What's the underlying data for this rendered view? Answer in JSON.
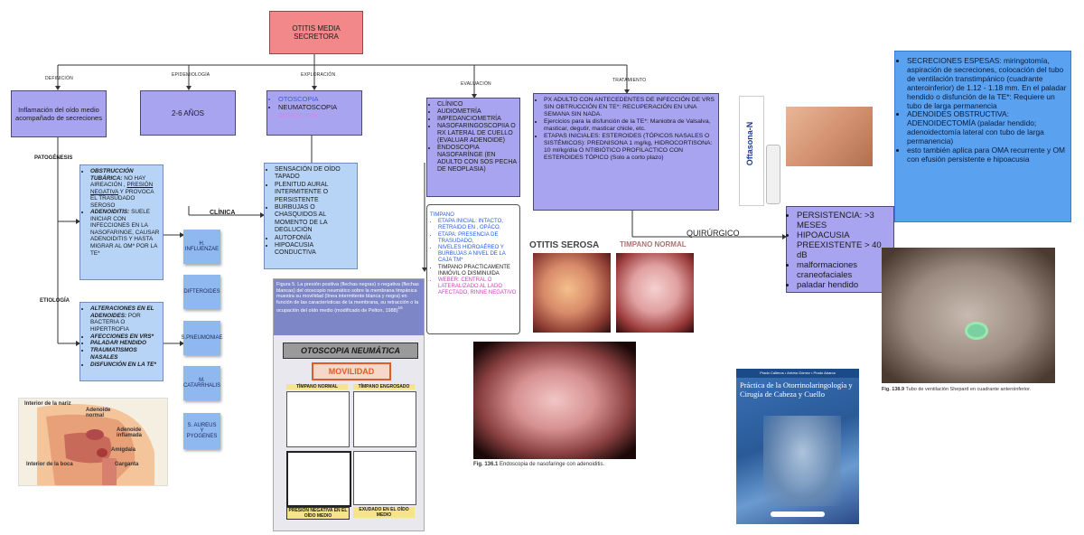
{
  "title": "OTITIS MEDIA SECRETORA",
  "branches": {
    "definicion": "DEFINICIÓN",
    "epidemiologia": "EPIDEMIOLOGÍA",
    "exploracion": "EXPLORACIÓN",
    "evaluacion": "EVALUACIÓN",
    "tratamiento": "TRATAMIENTO"
  },
  "definicion_text": "Inflamación del oído medio acompañado de secreciones",
  "epidemiologia_text": "2-6 AÑOS",
  "exploracion_items": [
    {
      "text": "OTOSCOPIA",
      "color": "#3b5bd8"
    },
    {
      "text": "NEUMATOSCOPIA",
      "color": "#222222"
    },
    {
      "text": "ACUMETRÍA",
      "color": "#e080e0"
    }
  ],
  "patogenesis_label": "PATOGÉNESIS",
  "patogenesis": [
    {
      "bold": "OBSTRUCCIÓN TUBÁRICA:",
      "rest": " NO HAY AIREACIÓN , ",
      "u": "PRESIÓN NEGATIVA",
      "rest2": " Y PROVOCA EL TRASUDADO SEROSO"
    },
    {
      "bold": "ADENOIDITIS:",
      "rest": " SUELE INICIAR CON INFECCIONES EN LA NASOFARINGE, CAUSAR ADENOIDITIS Y HASTA MIGRAR AL OM* POR LA TE*",
      "u": "",
      "rest2": ""
    }
  ],
  "etiologia_label": "ETIOLOGÍA",
  "etiologia": [
    {
      "bold": "ALTERACIONES EN EL ADENOIDES:",
      "rest": " POR BACTERIA O HIPERTROFIA"
    },
    {
      "bold": "AFECCIONES EN  VRS*",
      "rest": ""
    },
    {
      "bold": "PALADAR HENDIDO",
      "rest": ""
    },
    {
      "bold": "TRAUMATISMOS NASALES",
      "rest": ""
    },
    {
      "bold": "DISFUNCIÓN EN LA TE*",
      "rest": ""
    }
  ],
  "stickies": [
    "H. INFLUENZAE",
    "DIFTEROIDES",
    "S.PNEUMONIAE",
    "M. CATARRHALIS",
    "S. AUREUS Y PYOGENES"
  ],
  "clinica_label": "CLÍNICA",
  "clinica": [
    "SENSACIÓN DE OÍDO TAPADO",
    "PLENITUD AURAL INTERMITENTE O PERSISTENTE",
    "BURBUJAS O CHASQUIDOS AL MOMENTO DE LA DEGLUCIÓN",
    "AUTOFONÍA",
    "HIPOACUSIA CONDUCTIVA"
  ],
  "evaluacion": [
    "CLÍNICO",
    "AUDIOMETRÍA",
    "IMPEDANCIOMETRÍA",
    "NASOFARINGOSCOPIIA O RX LATERAL DE CUELLO (EVALUAR ADENOIDE)",
    "ENDOSCOPIA NASOFARÍNGE (EN ADULTO CON SOS PECHA DE NEOPLASIA)"
  ],
  "timpano": {
    "title": "TIMPANO",
    "items": [
      {
        "text": "ETAPA INICIAL: INTACTO, RETRAIDO EN , OPÁCO.",
        "color": "#2a5ad8"
      },
      {
        "text": "ETAPA: PRESENCIA DE TRASUDADO,",
        "color": "#2a5ad8"
      },
      {
        "text": "NIVELES HIDROAÉREO Y BURBUJAS A NIVEL DE LA CAJA TM*",
        "color": "#2a5ad8"
      },
      {
        "text": "TIMPANO PRACTICAMENTE INMÓVIL O DISMINUIDA",
        "color": "#222222"
      },
      {
        "text": "WEBER: CENTRAL O LATERALIZADO AL LADO AFECTADO, RINNE NEGATIVO",
        "color": "#d040c0"
      }
    ]
  },
  "tratamiento": [
    "PX ADULTO CON ANTECEDENTES DE INFECCIÓN DE VRS SIN OBTRUCCIÓN EN TE*: RECUPERACIÓN EN UNA SEMANA SIN NADA.",
    "Ejercicios para la disfunción de la TE*: Maniobra de Valsalva, masticar, degutir, masticar chicle, etc.",
    "ETAPAS INICIALES: ESTEROIDES (TÓPICOS NASALES O SISTÉMICOS): PREDNISONA  1 mg/kg, HIDROCORTISONA: 10 ml/kg/día O NTIBIÓTICO PROFILACTICO CON ESTEROIDES TÓPICO (Solo a corto plazo)"
  ],
  "quirurgico_label": "QUIRÚRGICO",
  "quirurgico": [
    "PERSISTENCIA: >3 MESES",
    "HIPOACUSIA PREEXISTENTE > 40 dB",
    "malformaciones craneofaciales",
    "paladar hendido"
  ],
  "secreciones": [
    "SECRECIONES ESPESAS: miringotomía, aspiración de secreciones, colocación del tubo de ventilación transtimpánico (cuadrante anteroinferior) de 1.12 - 1.18 mm. En el paladar hendido o disfunción de la TE*: Requiere un tubo de larga permanencia",
    "ADENOIDES OBSTRUCTIVA: ADENOIDECTOMÍA (paladar hendido; adenoidectomía lateral con tubo de larga permanencia)",
    "esto también aplica para OMA recurrente y OM con efusión persistente e hipoacusia"
  ],
  "oftasona": "Oftasona-N",
  "figura5": "Figura 5. La presión positiva (flechas negras) o negativa (flechas blancas) del otoscopio neumático sobre la membrana timpánica muestra su movilidad (línea intermitente blanca y negra) en función de las características de la membrana, su retracción o la ocupación del oído medio (modificado de Pelton, 1988)",
  "figura5_ref": "16",
  "otoscopia_title": "OTOSCOPIA NEUMÁTICA",
  "movilidad": "MOVILIDAD",
  "tn": "TÍMPANO NORMAL",
  "te": "TÍMPANO ENGROSADO",
  "presion": "PRESIÓN NEGATIVA EN EL OÍDO MEDIO",
  "exudado": "EXUDADO  EN EL OÍDO MEDIO",
  "otitis_serosa": "OTITIS SEROSA",
  "timpano_normal": "TIMPANO NORMAL",
  "fig136_n": "Fig. 136.1",
  "fig136": "Endoscopia de nasofaringe con adenoiditis.",
  "fig138_n": "Fig. 138.9",
  "fig138": "Tubo de ventilación Shepard en cuadrante anteroinferior.",
  "book_authors": "Prado Calleros • Arrieta Gómez • Prado Abarca",
  "book_title": "Práctica de la Otorrinolaringología y Cirugía de Cabeza y Cuello",
  "anat": {
    "interior_nariz": "Interior de la nariz",
    "adenoide_normal": "Adenoide normal",
    "adenoide_inflamada": "Adenoide inflamada",
    "amigdala": "Amígdala",
    "interior_boca": "Interior de la boca",
    "garganta": "Garganta"
  },
  "colors": {
    "title_bg": "#f3888a",
    "lavender": "#a8a4f0",
    "light_blue": "#b7d4f6",
    "sticky": "#8fb8f0",
    "bright_blue": "#5aa2f0"
  }
}
